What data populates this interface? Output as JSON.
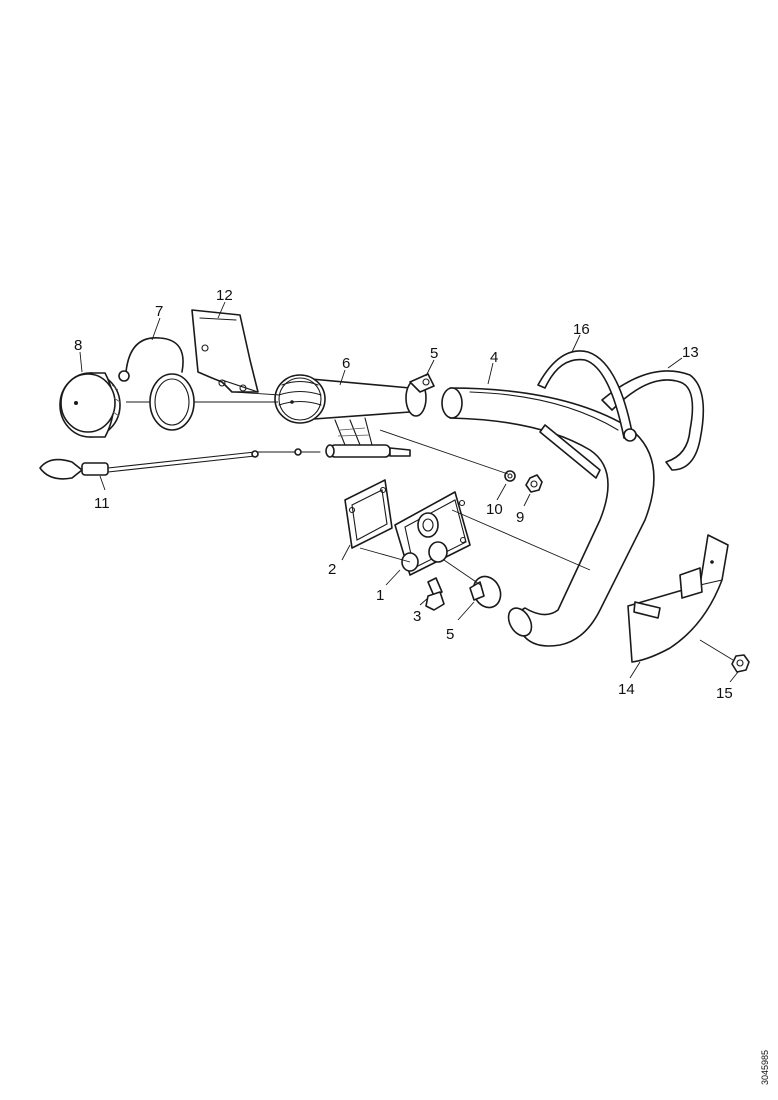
{
  "diagram": {
    "labels": {
      "p1": "1",
      "p2": "2",
      "p3": "3",
      "p4": "4",
      "p5": "5",
      "p6": "6",
      "p7": "7",
      "p8": "8",
      "p9": "9",
      "p10": "10",
      "p11": "11",
      "p12": "12",
      "p13": "13",
      "p14": "14",
      "p15": "15",
      "p16": "16",
      "p5b": "5"
    },
    "reference_code": "3045985"
  }
}
